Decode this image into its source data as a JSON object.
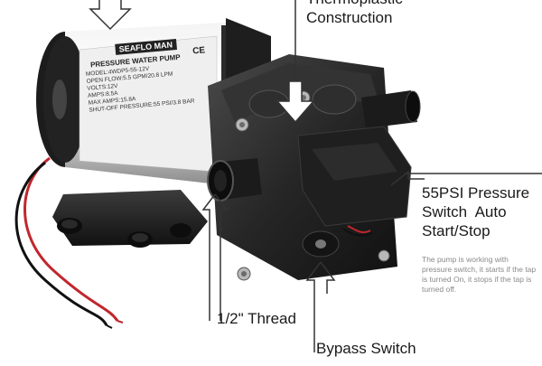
{
  "labels": {
    "thermoplastic": "Thermoplastic\nConstruction",
    "switch_title_1": "55PSI Pressure",
    "switch_title_2": "Switch  Auto",
    "switch_title_3": "Start/Stop",
    "switch_desc": "The pump is working with pressure switch, it starts if the tap is turned On, it stops if the tap is turned off.",
    "thread": "1/2\" Thread",
    "bypass": "Bypass Switch"
  },
  "motor_label": {
    "brand": "SEAFLO MAN",
    "title": "PRESSURE WATER PUMP",
    "lines": [
      "MODEL:4WDP5-55-12V",
      "OPEN FLOW:5.5 GPM/20.8 LPM",
      "VOLTS:12V",
      "AMPS:8.5A",
      "MAX AMPS:15.8A",
      "SHUT-OFF PRESSURE:55 PSI/3.8 BAR"
    ],
    "ce_mark": "CE"
  },
  "colors": {
    "pump_black": "#1c1c1c",
    "pump_gray": "#3a3a3a",
    "motor_silver": "#d9d9d9",
    "wire_red": "#c0272d",
    "wire_black": "#111111",
    "callout_line": "#333333"
  }
}
